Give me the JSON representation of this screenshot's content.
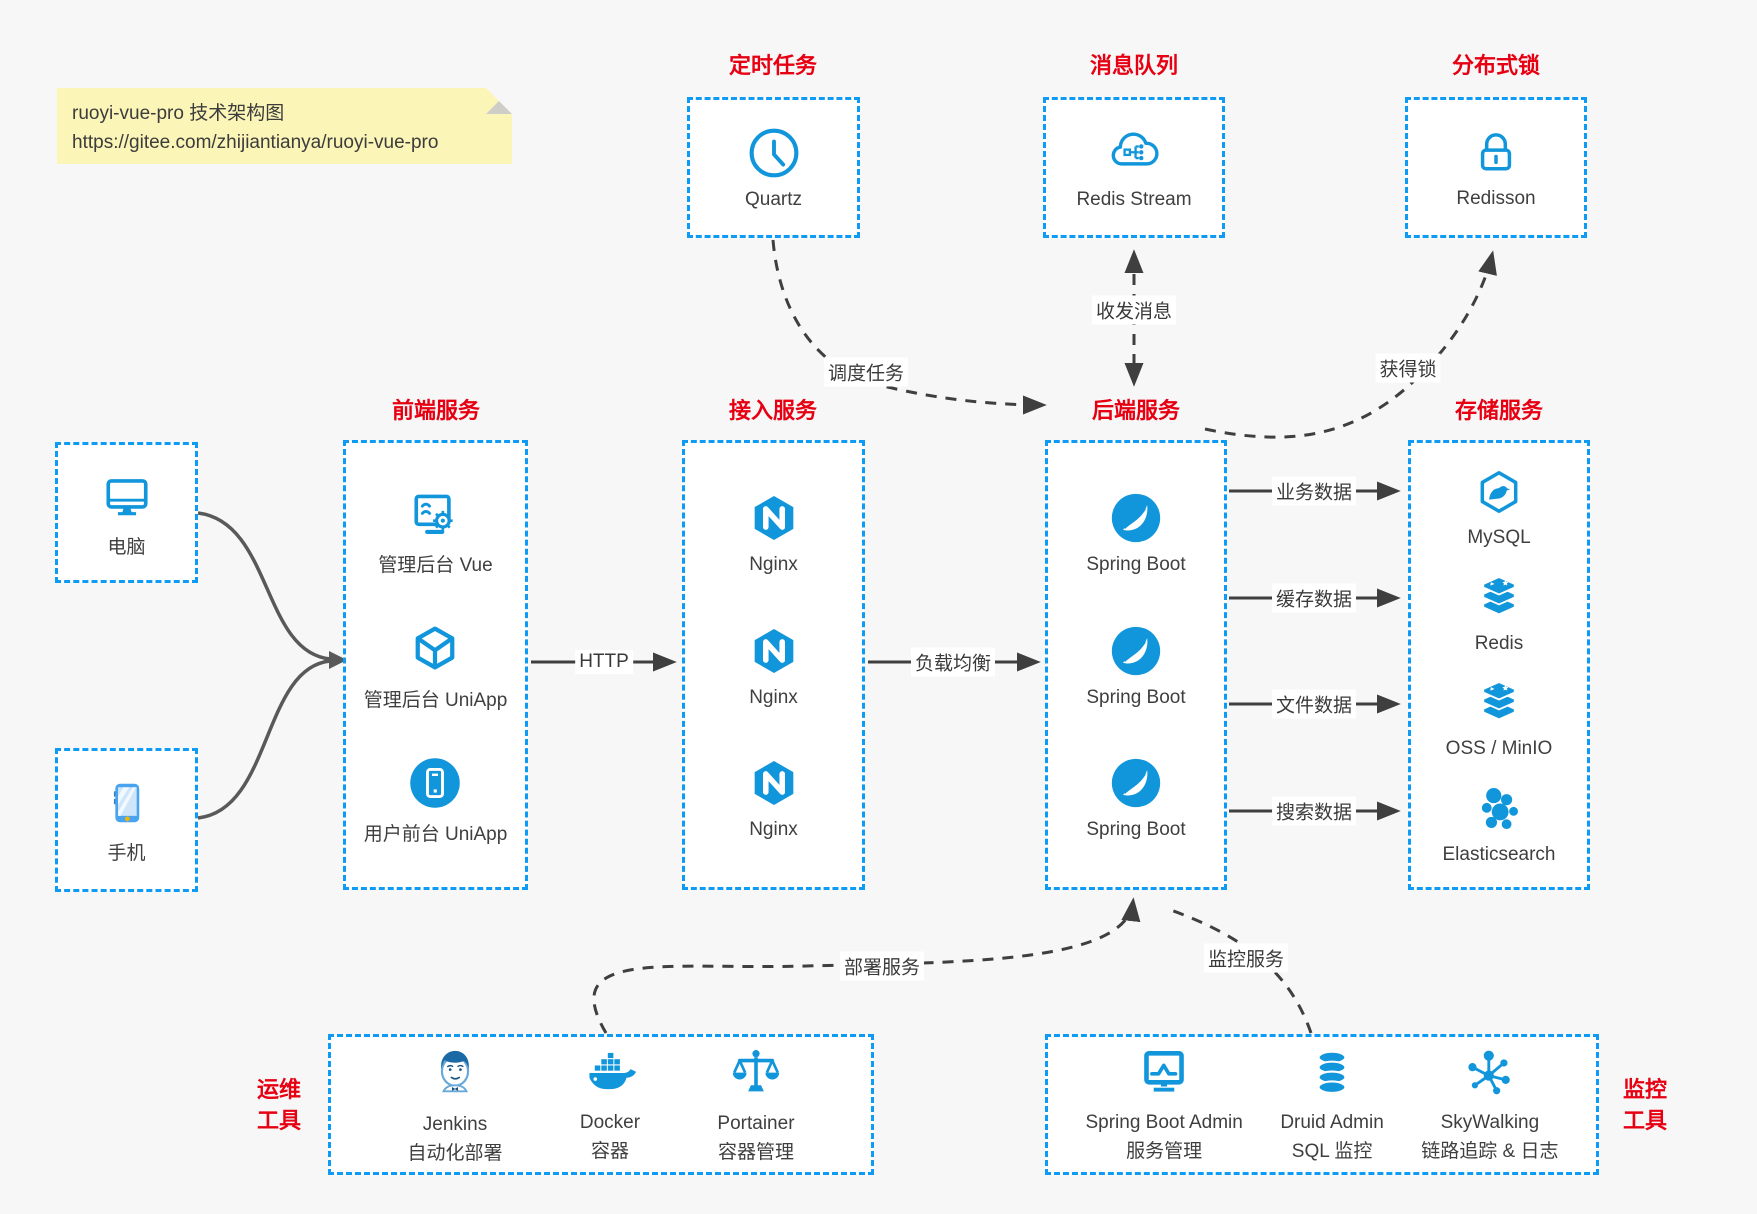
{
  "note": {
    "line1": "ruoyi-vue-pro 技术架构图",
    "line2": "https://gitee.com/zhijiantianya/ruoyi-vue-pro"
  },
  "colors": {
    "box_border_blue": "#0d9bf6",
    "icon_blue": "#1296db",
    "title_red": "#e60012",
    "arrow_dark": "#3f3f3f",
    "arrow_gray": "#595959",
    "note_yellow": "#fbf5b7",
    "background": "#f7f7f8"
  },
  "top_services": [
    {
      "title": "定时任务",
      "item": "Quartz",
      "icon": "clock-icon"
    },
    {
      "title": "消息队列",
      "item": "Redis Stream",
      "icon": "message-cloud-icon"
    },
    {
      "title": "分布式锁",
      "item": "Redisson",
      "icon": "lock-icon"
    }
  ],
  "clients": [
    {
      "label": "电脑",
      "icon": "desktop-icon"
    },
    {
      "label": "手机",
      "icon": "smartphone-icon"
    }
  ],
  "columns": {
    "frontend": {
      "title": "前端服务",
      "items": [
        {
          "label": "管理后台 Vue"
        },
        {
          "label": "管理后台 UniApp"
        },
        {
          "label": "用户前台 UniApp"
        }
      ]
    },
    "access": {
      "title": "接入服务",
      "items": [
        {
          "label": "Nginx"
        },
        {
          "label": "Nginx"
        },
        {
          "label": "Nginx"
        }
      ]
    },
    "backend": {
      "title": "后端服务",
      "items": [
        {
          "label": "Spring Boot"
        },
        {
          "label": "Spring Boot"
        },
        {
          "label": "Spring Boot"
        }
      ]
    },
    "storage": {
      "title": "存储服务",
      "items": [
        {
          "label": "MySQL"
        },
        {
          "label": "Redis"
        },
        {
          "label": "OSS / MinIO"
        },
        {
          "label": "Elasticsearch"
        }
      ]
    }
  },
  "bottom_services": [
    {
      "title": "运维\n工具",
      "items": [
        {
          "name": "Jenkins",
          "desc": "自动化部署"
        },
        {
          "name": "Docker",
          "desc": "容器"
        },
        {
          "name": "Portainer",
          "desc": "容器管理"
        }
      ]
    },
    {
      "title": "监控\n工具",
      "items": [
        {
          "name": "Spring Boot Admin",
          "desc": "服务管理"
        },
        {
          "name": "Druid Admin",
          "desc": "SQL 监控"
        },
        {
          "name": "SkyWalking",
          "desc": "链路追踪 & 日志"
        }
      ]
    }
  ],
  "edges": {
    "http": "HTTP",
    "load_balance": "负载均衡",
    "business_data": "业务数据",
    "cache_data": "缓存数据",
    "file_data": "文件数据",
    "search_data": "搜索数据",
    "schedule_task": "调度任务",
    "send_receive_message": "收发消息",
    "acquire_lock": "获得锁",
    "deploy_service": "部署服务",
    "monitor_service": "监控服务"
  }
}
